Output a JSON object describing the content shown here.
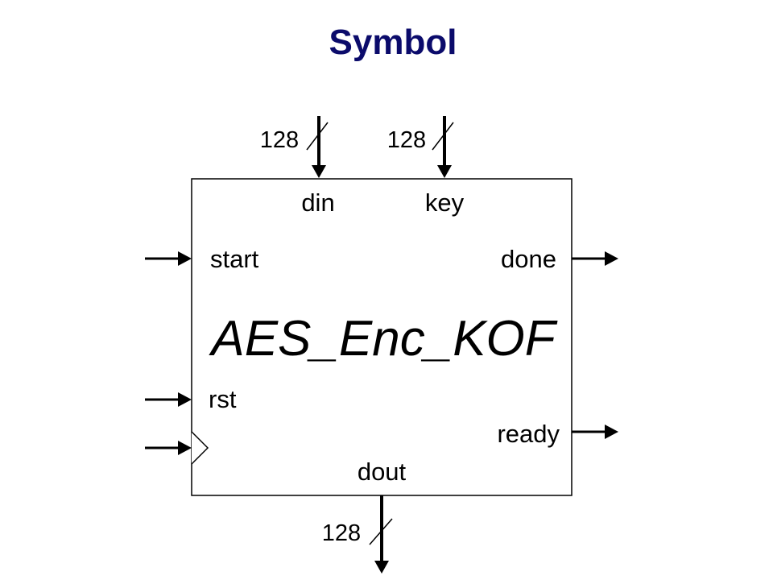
{
  "title": "Symbol",
  "colors": {
    "title": "#0b0b6b",
    "line": "#000000",
    "background": "#ffffff"
  },
  "block": {
    "name": "AES_Enc_KOF"
  },
  "ports": {
    "din": {
      "label": "din",
      "width": "128"
    },
    "key": {
      "label": "key",
      "width": "128"
    },
    "start": {
      "label": "start"
    },
    "done": {
      "label": "done"
    },
    "rst": {
      "label": "rst"
    },
    "ready": {
      "label": "ready"
    },
    "dout": {
      "label": "dout",
      "width": "128"
    }
  }
}
